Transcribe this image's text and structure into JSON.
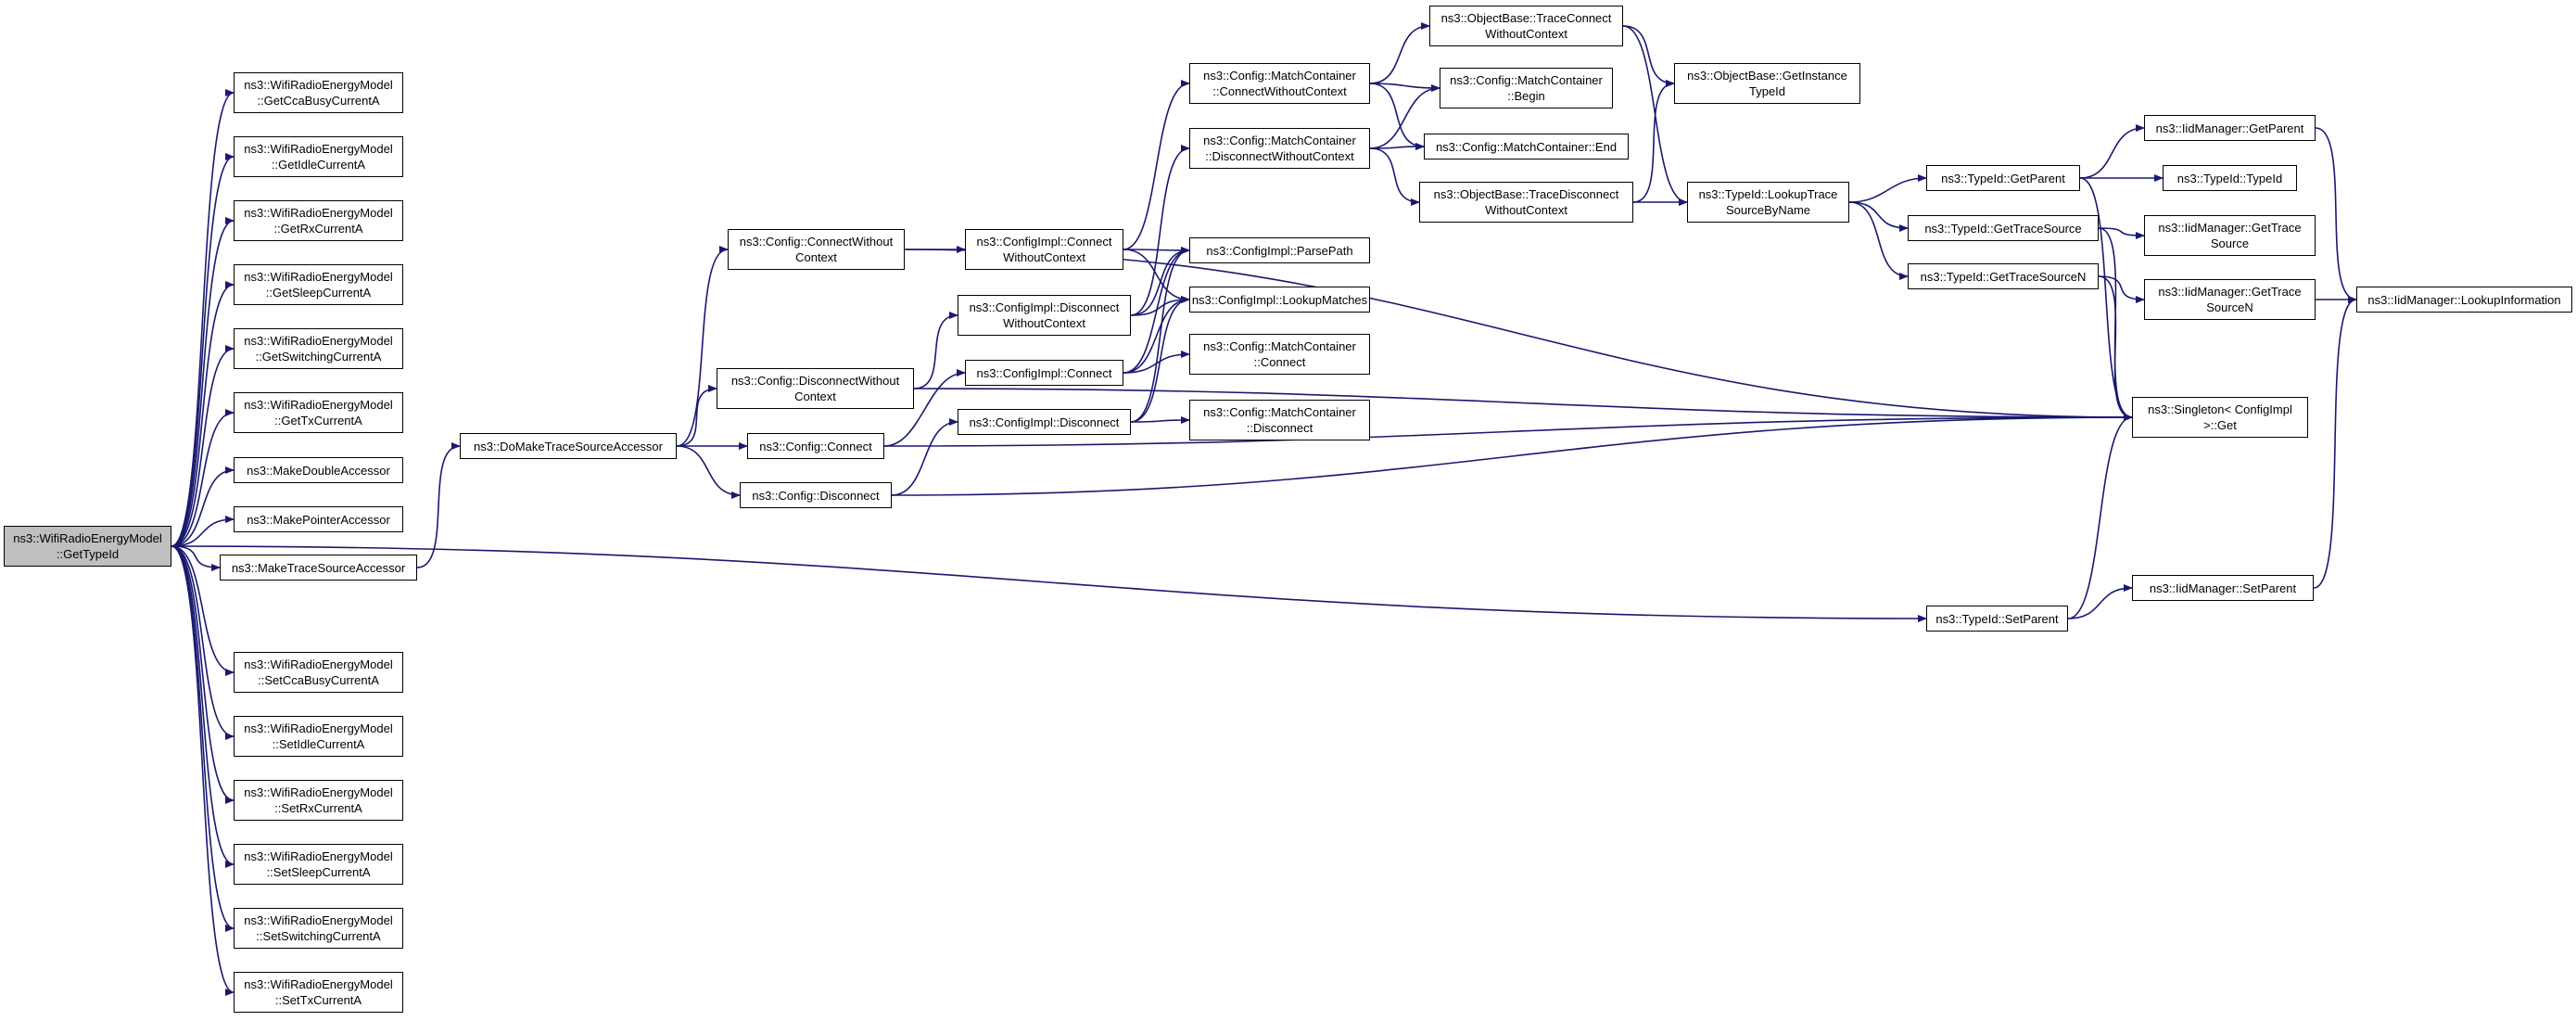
{
  "colors": {
    "edge": "#191970",
    "node_border": "#000000",
    "root_fill": "#bfbfbf",
    "node_fill": "#ffffff"
  },
  "nodes": [
    {
      "id": "root",
      "lines": [
        "ns3::WifiRadioEnergyModel",
        "::GetTypeId"
      ],
      "root": true
    },
    {
      "id": "getccabusy",
      "lines": [
        "ns3::WifiRadioEnergyModel",
        "::GetCcaBusyCurrentA"
      ]
    },
    {
      "id": "getidle",
      "lines": [
        "ns3::WifiRadioEnergyModel",
        "::GetIdleCurrentA"
      ]
    },
    {
      "id": "getrx",
      "lines": [
        "ns3::WifiRadioEnergyModel",
        "::GetRxCurrentA"
      ]
    },
    {
      "id": "getsleep",
      "lines": [
        "ns3::WifiRadioEnergyModel",
        "::GetSleepCurrentA"
      ]
    },
    {
      "id": "getswitching",
      "lines": [
        "ns3::WifiRadioEnergyModel",
        "::GetSwitchingCurrentA"
      ]
    },
    {
      "id": "gettx",
      "lines": [
        "ns3::WifiRadioEnergyModel",
        "::GetTxCurrentA"
      ]
    },
    {
      "id": "makedouble",
      "lines": [
        "ns3::MakeDoubleAccessor"
      ]
    },
    {
      "id": "makepointer",
      "lines": [
        "ns3::MakePointerAccessor"
      ]
    },
    {
      "id": "maketrace",
      "lines": [
        "ns3::MakeTraceSourceAccessor"
      ]
    },
    {
      "id": "setccabusy",
      "lines": [
        "ns3::WifiRadioEnergyModel",
        "::SetCcaBusyCurrentA"
      ]
    },
    {
      "id": "setidle",
      "lines": [
        "ns3::WifiRadioEnergyModel",
        "::SetIdleCurrentA"
      ]
    },
    {
      "id": "setrx",
      "lines": [
        "ns3::WifiRadioEnergyModel",
        "::SetRxCurrentA"
      ]
    },
    {
      "id": "setsleep",
      "lines": [
        "ns3::WifiRadioEnergyModel",
        "::SetSleepCurrentA"
      ]
    },
    {
      "id": "setswitching",
      "lines": [
        "ns3::WifiRadioEnergyModel",
        "::SetSwitchingCurrentA"
      ]
    },
    {
      "id": "settx",
      "lines": [
        "ns3::WifiRadioEnergyModel",
        "::SetTxCurrentA"
      ]
    },
    {
      "id": "domaketrace",
      "lines": [
        "ns3::DoMakeTraceSourceAccessor"
      ]
    },
    {
      "id": "cfgconnectwo",
      "lines": [
        "ns3::Config::ConnectWithout",
        "Context"
      ]
    },
    {
      "id": "cfgdisconnectwo",
      "lines": [
        "ns3::Config::DisconnectWithout",
        "Context"
      ]
    },
    {
      "id": "cfgconnect",
      "lines": [
        "ns3::Config::Connect"
      ]
    },
    {
      "id": "cfgdisconnect",
      "lines": [
        "ns3::Config::Disconnect"
      ]
    },
    {
      "id": "implconnectwo",
      "lines": [
        "ns3::ConfigImpl::Connect",
        "WithoutContext"
      ]
    },
    {
      "id": "impldisconnectwo",
      "lines": [
        "ns3::ConfigImpl::Disconnect",
        "WithoutContext"
      ]
    },
    {
      "id": "implconnect",
      "lines": [
        "ns3::ConfigImpl::Connect"
      ]
    },
    {
      "id": "impldisconnect",
      "lines": [
        "ns3::ConfigImpl::Disconnect"
      ]
    },
    {
      "id": "mcconnectwo",
      "lines": [
        "ns3::Config::MatchContainer",
        "::ConnectWithoutContext"
      ]
    },
    {
      "id": "mcdisconnectwo",
      "lines": [
        "ns3::Config::MatchContainer",
        "::DisconnectWithoutContext"
      ]
    },
    {
      "id": "parsepath",
      "lines": [
        "ns3::ConfigImpl::ParsePath"
      ]
    },
    {
      "id": "lookupmatches",
      "lines": [
        "ns3::ConfigImpl::LookupMatches"
      ]
    },
    {
      "id": "mcconnect",
      "lines": [
        "ns3::Config::MatchContainer",
        "::Connect"
      ]
    },
    {
      "id": "mcdisconnect",
      "lines": [
        "ns3::Config::MatchContainer",
        "::Disconnect"
      ]
    },
    {
      "id": "obtraceconnectwo",
      "lines": [
        "ns3::ObjectBase::TraceConnect",
        "WithoutContext"
      ]
    },
    {
      "id": "mcbegin",
      "lines": [
        "ns3::Config::MatchContainer",
        "::Begin"
      ]
    },
    {
      "id": "mcend",
      "lines": [
        "ns3::Config::MatchContainer::End"
      ]
    },
    {
      "id": "obtracedisconnectwo",
      "lines": [
        "ns3::ObjectBase::TraceDisconnect",
        "WithoutContext"
      ]
    },
    {
      "id": "obgetinstance",
      "lines": [
        "ns3::ObjectBase::GetInstance",
        "TypeId"
      ]
    },
    {
      "id": "lookuptrace",
      "lines": [
        "ns3::TypeId::LookupTrace",
        "SourceByName"
      ]
    },
    {
      "id": "typeidgetparent",
      "lines": [
        "ns3::TypeId::GetParent"
      ]
    },
    {
      "id": "typeidgettracesource",
      "lines": [
        "ns3::TypeId::GetTraceSource"
      ]
    },
    {
      "id": "typeidgettracesourcen",
      "lines": [
        "ns3::TypeId::GetTraceSourceN"
      ]
    },
    {
      "id": "typeidsetparent",
      "lines": [
        "ns3::TypeId::SetParent"
      ]
    },
    {
      "id": "iidgetparent",
      "lines": [
        "ns3::IidManager::GetParent"
      ]
    },
    {
      "id": "typeidtypeid",
      "lines": [
        "ns3::TypeId::TypeId"
      ]
    },
    {
      "id": "iidgettracesource",
      "lines": [
        "ns3::IidManager::GetTrace",
        "Source"
      ]
    },
    {
      "id": "iidgettracesourcen",
      "lines": [
        "ns3::IidManager::GetTrace",
        "SourceN"
      ]
    },
    {
      "id": "singletonget",
      "lines": [
        "ns3::Singleton< ConfigImpl",
        " >::Get"
      ]
    },
    {
      "id": "iidsetparent",
      "lines": [
        "ns3::IidManager::SetParent"
      ]
    },
    {
      "id": "iidlookupinfo",
      "lines": [
        "ns3::IidManager::LookupInformation"
      ]
    }
  ],
  "edges": [
    [
      "root",
      "getccabusy"
    ],
    [
      "root",
      "getidle"
    ],
    [
      "root",
      "getrx"
    ],
    [
      "root",
      "getsleep"
    ],
    [
      "root",
      "getswitching"
    ],
    [
      "root",
      "gettx"
    ],
    [
      "root",
      "makedouble"
    ],
    [
      "root",
      "makepointer"
    ],
    [
      "root",
      "maketrace"
    ],
    [
      "root",
      "typeidsetparent"
    ],
    [
      "root",
      "setccabusy"
    ],
    [
      "root",
      "setidle"
    ],
    [
      "root",
      "setrx"
    ],
    [
      "root",
      "setsleep"
    ],
    [
      "root",
      "setswitching"
    ],
    [
      "root",
      "settx"
    ],
    [
      "maketrace",
      "domaketrace"
    ],
    [
      "domaketrace",
      "cfgconnectwo"
    ],
    [
      "domaketrace",
      "cfgdisconnectwo"
    ],
    [
      "domaketrace",
      "cfgconnect"
    ],
    [
      "domaketrace",
      "cfgdisconnect"
    ],
    [
      "cfgconnectwo",
      "implconnectwo"
    ],
    [
      "cfgconnectwo",
      "singletonget"
    ],
    [
      "cfgdisconnectwo",
      "impldisconnectwo"
    ],
    [
      "cfgdisconnectwo",
      "singletonget"
    ],
    [
      "cfgconnect",
      "implconnect"
    ],
    [
      "cfgconnect",
      "singletonget"
    ],
    [
      "cfgdisconnect",
      "impldisconnect"
    ],
    [
      "cfgdisconnect",
      "singletonget"
    ],
    [
      "implconnectwo",
      "mcconnectwo"
    ],
    [
      "implconnectwo",
      "parsepath"
    ],
    [
      "implconnectwo",
      "lookupmatches"
    ],
    [
      "impldisconnectwo",
      "mcdisconnectwo"
    ],
    [
      "impldisconnectwo",
      "parsepath"
    ],
    [
      "impldisconnectwo",
      "lookupmatches"
    ],
    [
      "implconnect",
      "mcconnect"
    ],
    [
      "implconnect",
      "parsepath"
    ],
    [
      "implconnect",
      "lookupmatches"
    ],
    [
      "impldisconnect",
      "mcdisconnect"
    ],
    [
      "impldisconnect",
      "parsepath"
    ],
    [
      "impldisconnect",
      "lookupmatches"
    ],
    [
      "mcconnectwo",
      "obtraceconnectwo"
    ],
    [
      "mcconnectwo",
      "mcbegin"
    ],
    [
      "mcconnectwo",
      "mcend"
    ],
    [
      "mcdisconnectwo",
      "mcbegin"
    ],
    [
      "mcdisconnectwo",
      "mcend"
    ],
    [
      "mcdisconnectwo",
      "obtracedisconnectwo"
    ],
    [
      "obtraceconnectwo",
      "obgetinstance"
    ],
    [
      "obtraceconnectwo",
      "lookuptrace"
    ],
    [
      "obtracedisconnectwo",
      "obgetinstance"
    ],
    [
      "obtracedisconnectwo",
      "lookuptrace"
    ],
    [
      "lookuptrace",
      "typeidgetparent"
    ],
    [
      "lookuptrace",
      "typeidgettracesource"
    ],
    [
      "lookuptrace",
      "typeidgettracesourcen"
    ],
    [
      "typeidgetparent",
      "iidgetparent"
    ],
    [
      "typeidgetparent",
      "typeidtypeid"
    ],
    [
      "typeidgetparent",
      "singletonget"
    ],
    [
      "typeidgettracesource",
      "iidgettracesource"
    ],
    [
      "typeidgettracesource",
      "singletonget"
    ],
    [
      "typeidgettracesourcen",
      "iidgettracesourcen"
    ],
    [
      "typeidgettracesourcen",
      "singletonget"
    ],
    [
      "iidgetparent",
      "iidlookupinfo"
    ],
    [
      "iidgettracesourcen",
      "iidlookupinfo"
    ],
    [
      "typeidsetparent",
      "iidsetparent"
    ],
    [
      "typeidsetparent",
      "singletonget"
    ],
    [
      "iidsetparent",
      "iidlookupinfo"
    ]
  ]
}
